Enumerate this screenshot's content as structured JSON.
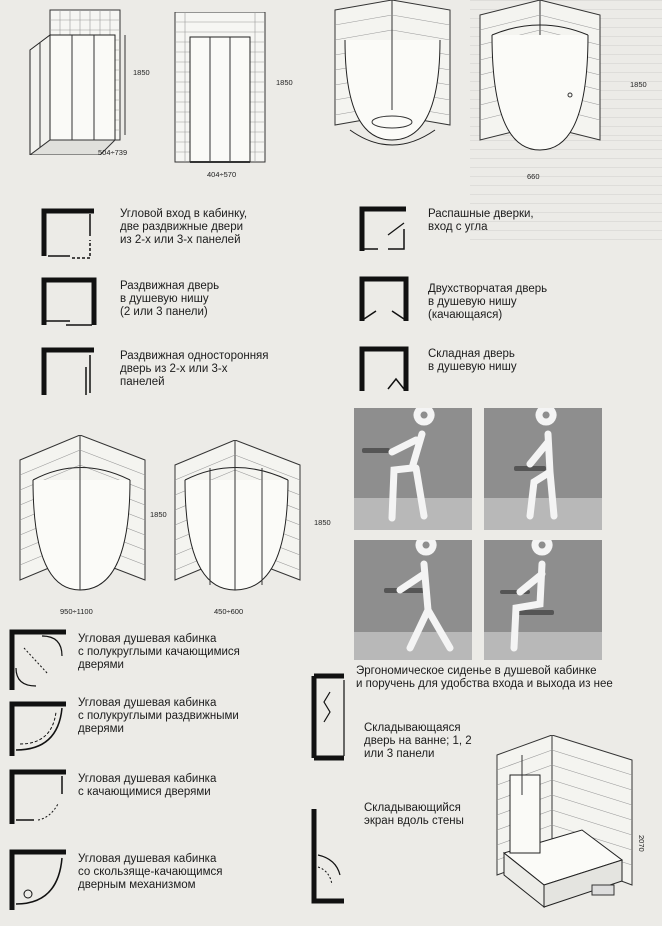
{
  "top_dims": {
    "d1": "1850",
    "d2": "504÷739",
    "d3": "1850",
    "d4": "404÷570",
    "d5": "1850",
    "d6": "660"
  },
  "door_types_left": [
    "Угловой вход в кабинку,\nдве раздвижные двери\nиз 2-х или 3-х панелей",
    "Раздвижная дверь\nв душевую нишу\n(2 или 3 панели)",
    "Раздвижная односторонняя\nдверь из 2-х или 3-х\nпанелей"
  ],
  "door_types_right": [
    "Распашные дверки,\nвход с угла",
    "Двухстворчатая дверь\nв душевую нишу\n(качающаяся)",
    "Складная дверь\nв душевую нишу"
  ],
  "mid_dims": {
    "d1": "1850",
    "d2": "950÷1100",
    "d3": "1850",
    "d4": "450÷600"
  },
  "ergonomic_caption": "Эргономическое сиденье в душевой кабинке\nи поручень для удобства входа и выхода из нее",
  "cabin_types": [
    "Угловая душевая кабинка\nс полукруглыми качающимися\nдверями",
    "Угловая душевая кабинка\nс полукруглыми раздвижными\nдверями",
    "Угловая душевая кабинка\nс качающимися дверями",
    "Угловая душевая кабинка\nсо скользяще-качающимся\nдверным механизмом"
  ],
  "bath_screens": [
    "Складывающаяся\nдверь на ванне; 1, 2\nили 3 панели",
    "Складывающийся\nэкран вдоль стены"
  ],
  "bath_dim": "2070"
}
